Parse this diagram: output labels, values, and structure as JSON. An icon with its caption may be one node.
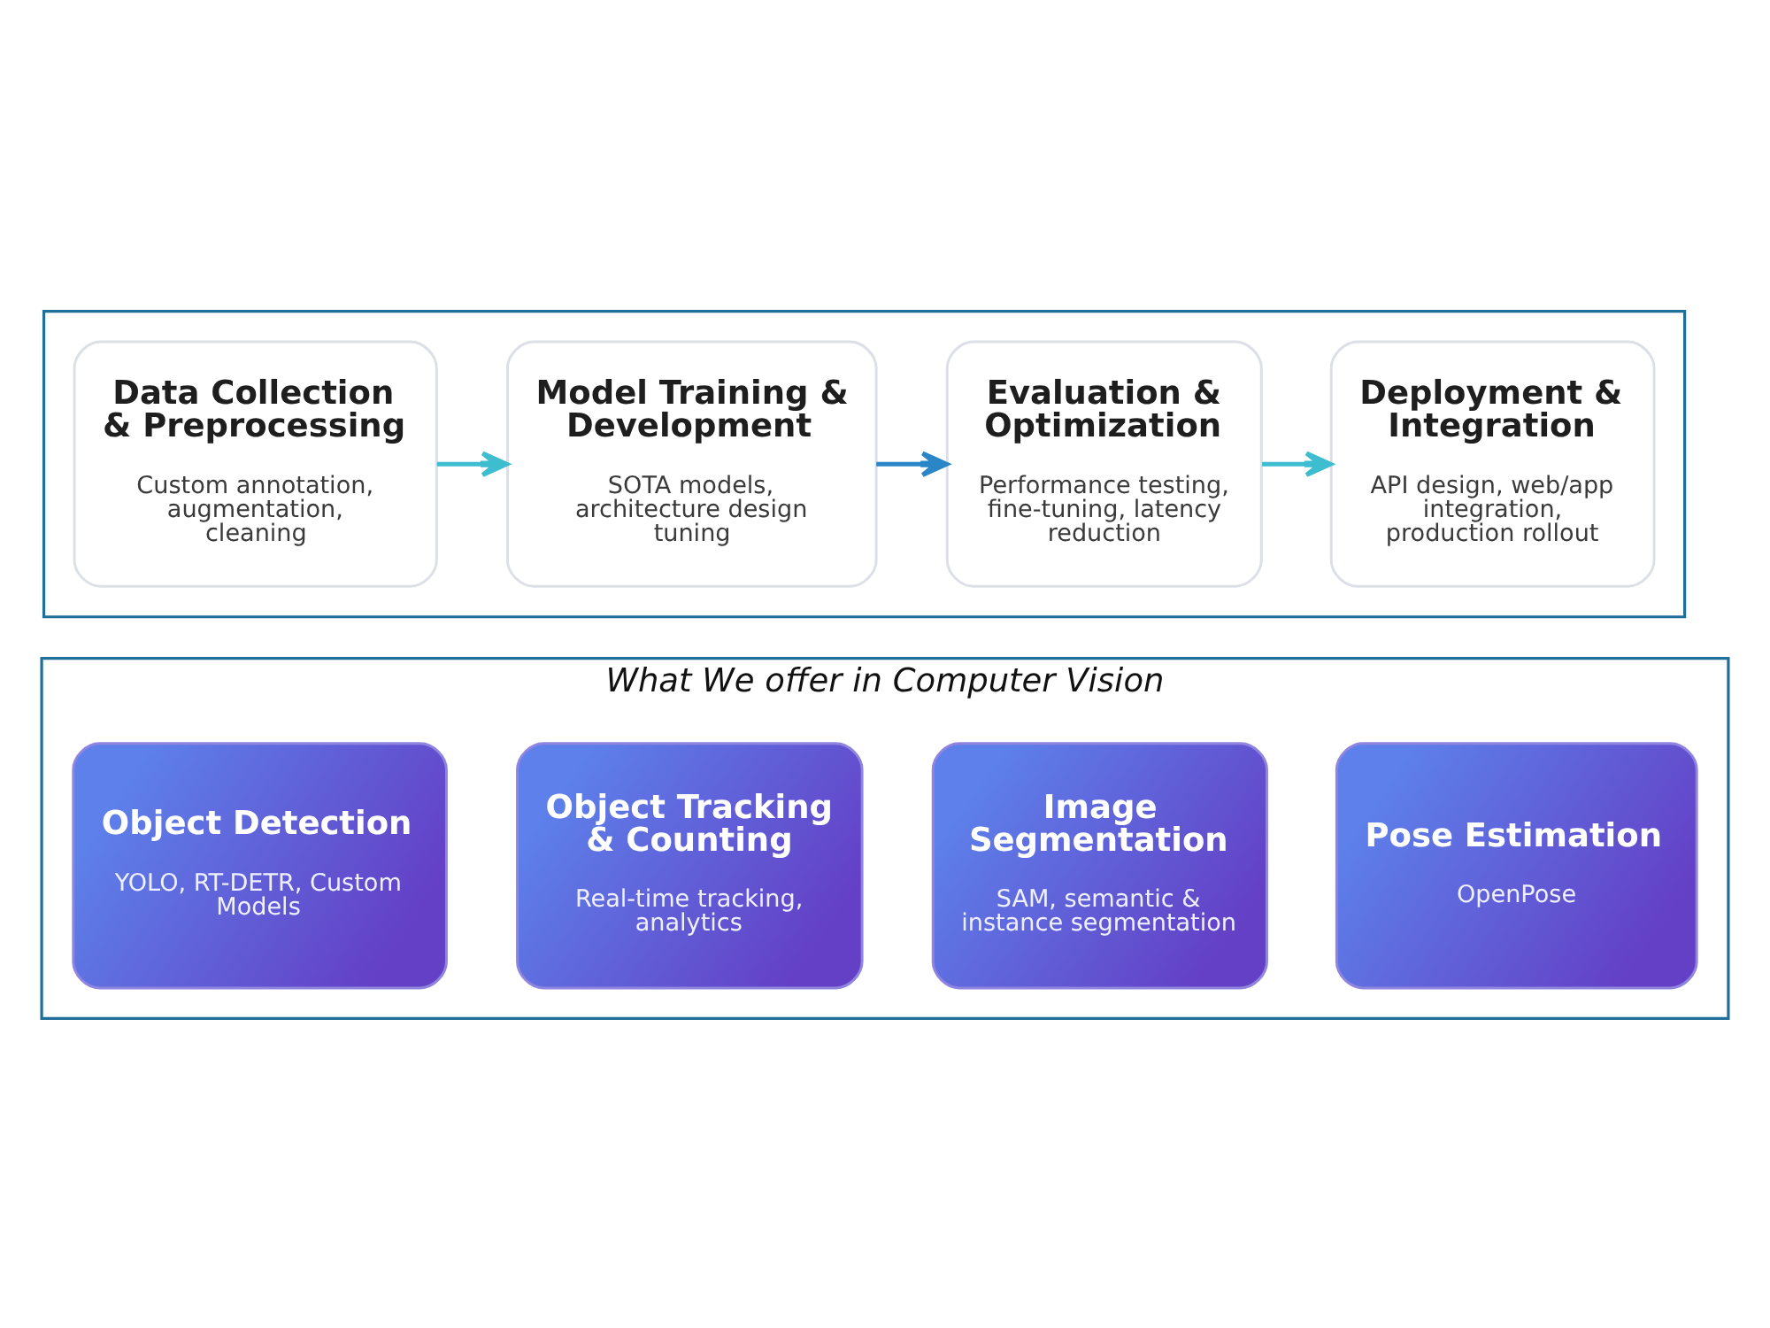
{
  "diagram": {
    "nodes": [
      {
        "text": [],
        "shape": "box"
      },
      {
        "text": [
          "Data Collection & Preprocessing",
          "Custom annotation, augmentation, cleaning"
        ],
        "in": 0
      },
      {
        "text": [
          "Model Training & Development",
          "SOTA models, architecture design tuning"
        ],
        "in": 0
      },
      {
        "text": [
          "Evaluation & Optimization",
          "Performance testing, fine-tuning, latency reduction"
        ],
        "in": 0
      },
      {
        "text": [
          "Deployment & Integration",
          "API design, web/app integration, production rollout"
        ],
        "in": 0
      },
      {
        "text": [
          "What We offer in Computer Vision"
        ]
      },
      {
        "text": [
          "Object Detection",
          "YOLO, RT-DETR, Custom Models"
        ],
        "in": 5
      },
      {
        "text": [
          "Object Tracking & Counting",
          "Real-time tracking, analytics"
        ],
        "in": 5
      },
      {
        "text": [
          "Image Segmentation",
          "SAM, semantic & instance segmentation"
        ],
        "in": 5
      },
      {
        "text": [
          "Pose Estimation",
          "OpenPose"
        ],
        "in": 5
      }
    ],
    "edges": [
      {
        "from": 1,
        "to": 2,
        "arrow": "to"
      },
      {
        "from": 2,
        "to": 3,
        "arrow": "to",
        "color": "#2b86c8"
      },
      {
        "from": 3,
        "to": 4,
        "arrow": "to"
      }
    ]
  }
}
